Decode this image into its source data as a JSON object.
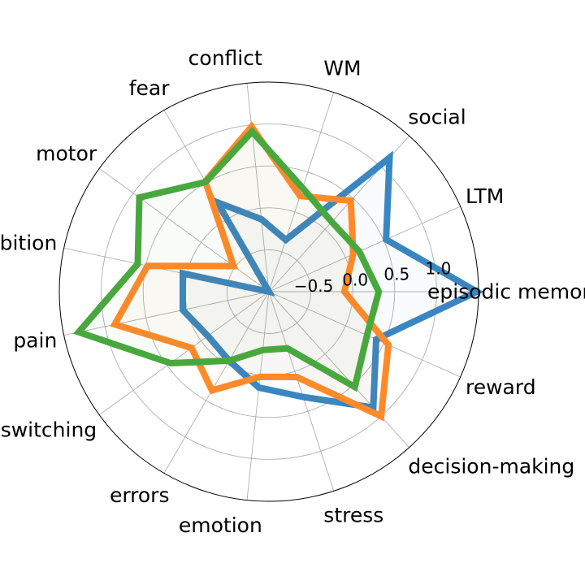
{
  "chart_data": {
    "type": "radar",
    "categories": [
      "episodic memory",
      "LTM",
      "social",
      "WM",
      "conflict",
      "fear",
      "motor",
      "inhibition",
      "pain",
      "switching",
      "errors",
      "emotion",
      "stress",
      "decision-making",
      "reward"
    ],
    "r_ticks": [
      -0.5,
      0.0,
      0.5,
      1.0
    ],
    "r_tick_labels": [
      "−0.5",
      "0.0",
      "0.5",
      "1.0"
    ],
    "r_range": [
      -1.0,
      1.5
    ],
    "grid": true,
    "series": [
      {
        "color": "#3a86c0",
        "values": [
          1.48,
          0.53,
          1.15,
          -0.35,
          -0.13,
          0.23,
          -1.0,
          0.05,
          0.05,
          -0.1,
          -0.05,
          0.15,
          0.32,
          0.86,
          0.4
        ]
      },
      {
        "color": "#ff8a2b",
        "values": [
          -0.1,
          0.1,
          0.46,
          0.2,
          0.98,
          0.52,
          -0.48,
          0.48,
          0.88,
          0.14,
          0.36,
          0.02,
          0.07,
          1.0,
          0.56
        ]
      },
      {
        "color": "#48a83e",
        "values": [
          0.31,
          0.18,
          0.12,
          0.3,
          0.92,
          0.51,
          0.91,
          0.6,
          1.32,
          0.45,
          -0.05,
          -0.3,
          -0.29,
          0.53,
          0.28
        ]
      }
    ]
  }
}
